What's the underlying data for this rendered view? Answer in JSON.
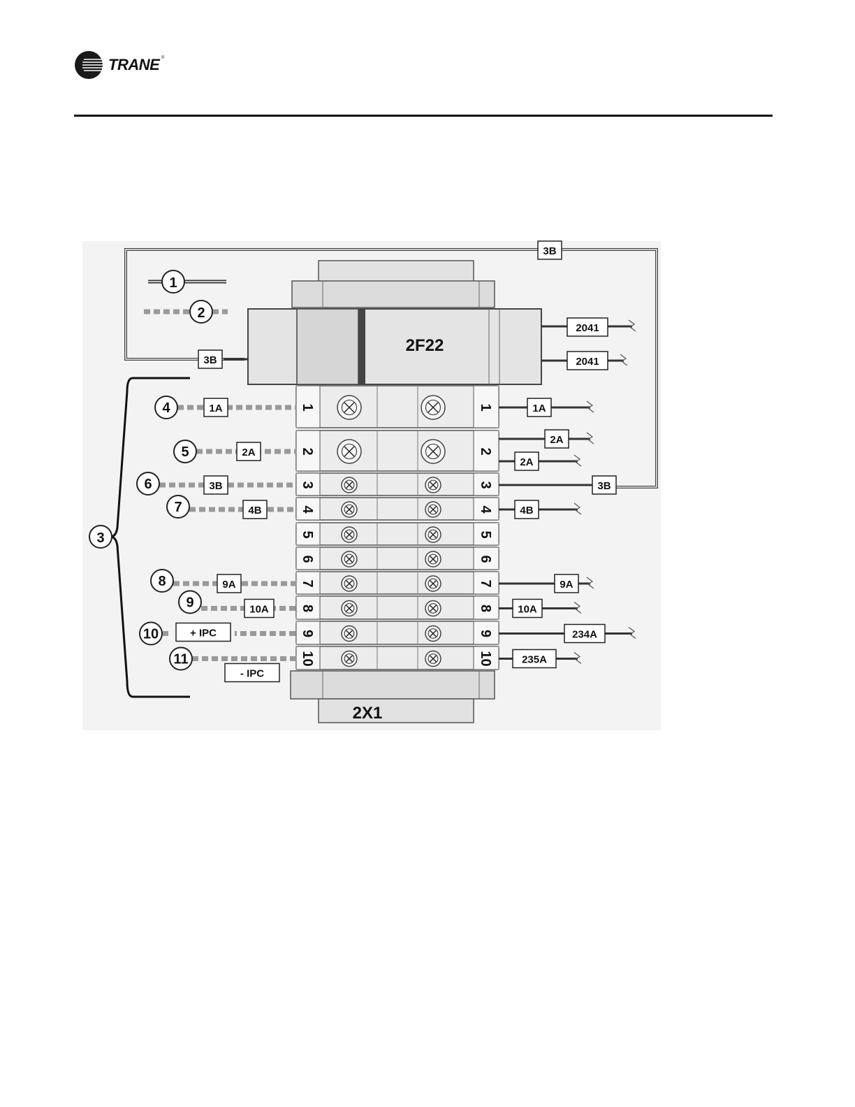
{
  "brand": {
    "name": "TRANE",
    "registered": "®"
  },
  "diagram": {
    "legend": [
      {
        "callout": "1"
      },
      {
        "callout": "2"
      }
    ],
    "brace_callout": "3",
    "fuse": {
      "label": "2F22",
      "wires": [
        "2041",
        "2041"
      ],
      "feed_tag_left": "3B",
      "feed_tag_top": "3B"
    },
    "terminal_block": {
      "label": "2X1",
      "terminals": [
        {
          "number": "1",
          "callout": "4",
          "left_tag": "1A",
          "right_tags": [
            "1A"
          ]
        },
        {
          "number": "2",
          "callout": "5",
          "left_tag": "2A",
          "right_tags": [
            "2A",
            "2A"
          ]
        },
        {
          "number": "3",
          "callout": "6",
          "left_tag": "3B",
          "right_tags": [
            "3B"
          ]
        },
        {
          "number": "4",
          "callout": "7",
          "left_tag": "4B",
          "right_tags": [
            "4B"
          ]
        },
        {
          "number": "5",
          "callout": "",
          "left_tag": "",
          "right_tags": []
        },
        {
          "number": "6",
          "callout": "",
          "left_tag": "",
          "right_tags": []
        },
        {
          "number": "7",
          "callout": "8",
          "left_tag": "9A",
          "right_tags": [
            "9A"
          ]
        },
        {
          "number": "8",
          "callout": "9",
          "left_tag": "10A",
          "right_tags": [
            "10A"
          ]
        },
        {
          "number": "9",
          "callout": "10",
          "left_tag": "+ IPC",
          "right_tags": [
            "234A"
          ]
        },
        {
          "number": "10",
          "callout": "11",
          "left_tag": "- IPC",
          "right_tags": [
            "235A"
          ]
        }
      ]
    }
  }
}
